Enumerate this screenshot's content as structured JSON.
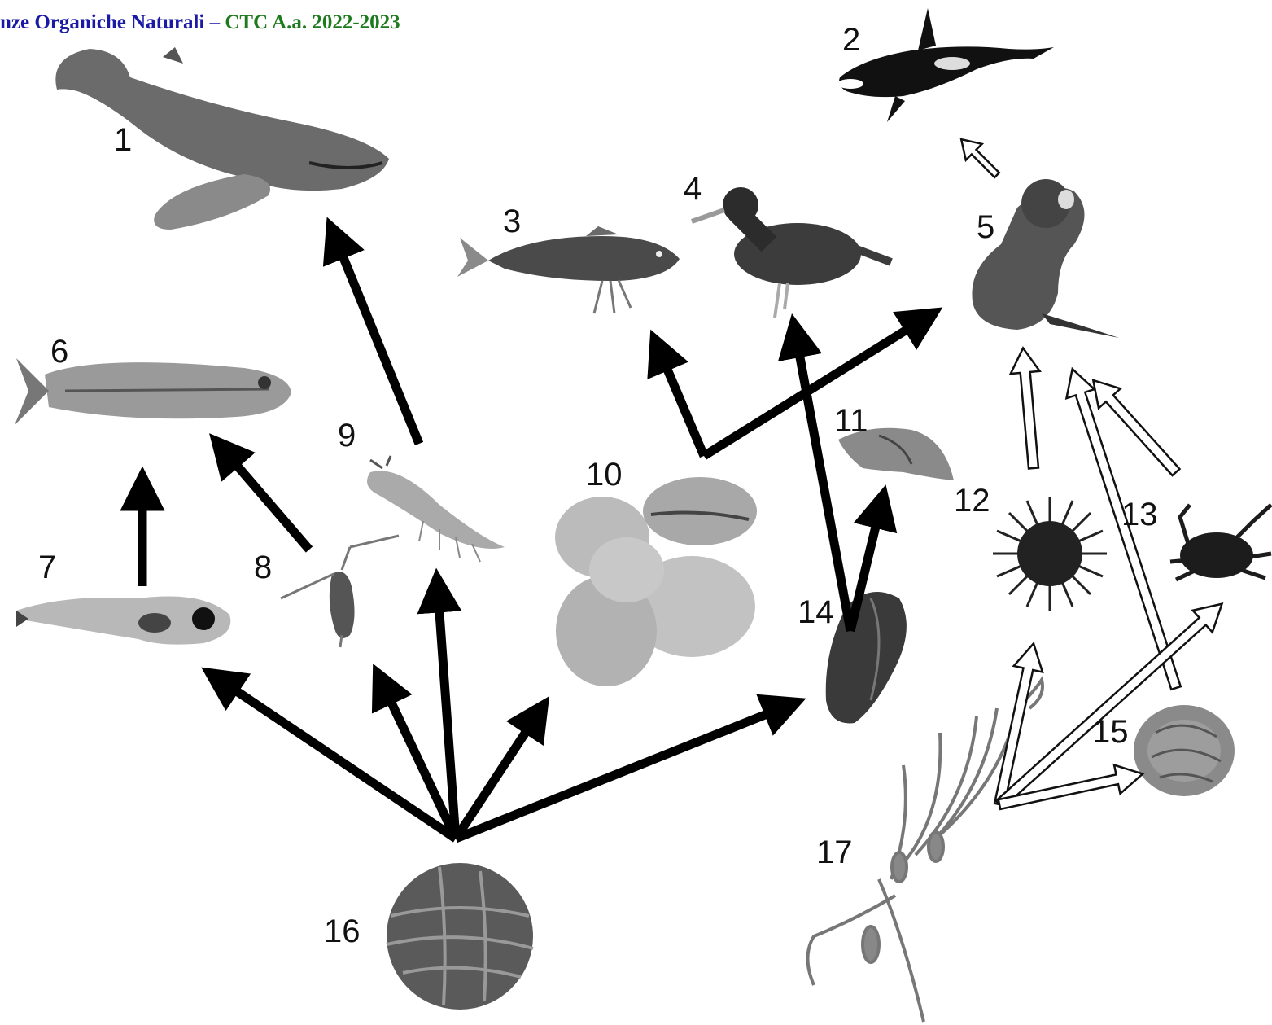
{
  "header": {
    "part1": "nze Organiche Naturali – ",
    "part2": "CTC A.a. 2022-2023"
  },
  "colors": {
    "header_blue": "#1a1aa6",
    "header_green": "#1e7a1e"
  },
  "organisms": [
    {
      "id": "1",
      "depicts": "humpback whale"
    },
    {
      "id": "2",
      "depicts": "orca"
    },
    {
      "id": "3",
      "depicts": "sculpin fish"
    },
    {
      "id": "4",
      "depicts": "oystercatcher bird"
    },
    {
      "id": "5",
      "depicts": "sea otter"
    },
    {
      "id": "6",
      "depicts": "small fish"
    },
    {
      "id": "7",
      "depicts": "fish larva"
    },
    {
      "id": "8",
      "depicts": "copepod"
    },
    {
      "id": "9",
      "depicts": "krill"
    },
    {
      "id": "10",
      "depicts": "clams"
    },
    {
      "id": "11",
      "depicts": "snail"
    },
    {
      "id": "12",
      "depicts": "sea urchin"
    },
    {
      "id": "13",
      "depicts": "crab"
    },
    {
      "id": "14",
      "depicts": "mussel"
    },
    {
      "id": "15",
      "depicts": "abalone"
    },
    {
      "id": "16",
      "depicts": "dinoflagellate"
    },
    {
      "id": "17",
      "depicts": "kelp"
    }
  ]
}
